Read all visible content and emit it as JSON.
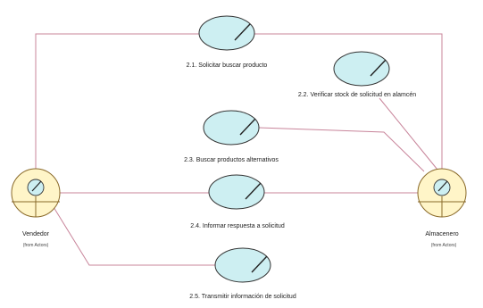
{
  "colors": {
    "link": "#c8849a",
    "actor_fill": "#fff5c8",
    "actor_stroke": "#8a6a2a",
    "ellipse_fill": "#cdeff2",
    "ellipse_stroke": "#333333"
  },
  "actors": {
    "vendedor": {
      "name": "Vendedor",
      "source": "(from Actors)"
    },
    "almacenero": {
      "name": "Almacenero",
      "source": "(from Actors)"
    }
  },
  "use_cases": [
    {
      "id": "uc-2-1",
      "label": "2.1. Solicitar buscar producto"
    },
    {
      "id": "uc-2-2",
      "label": "2.2. Verificar stock de solicitud en alamcén"
    },
    {
      "id": "uc-2-3",
      "label": "2.3. Buscar productos alternativos"
    },
    {
      "id": "uc-2-4",
      "label": "2.4. Informar respuesta a solicitud"
    },
    {
      "id": "uc-2-5",
      "label": "2.5. Transmitir información de solicitud"
    }
  ]
}
